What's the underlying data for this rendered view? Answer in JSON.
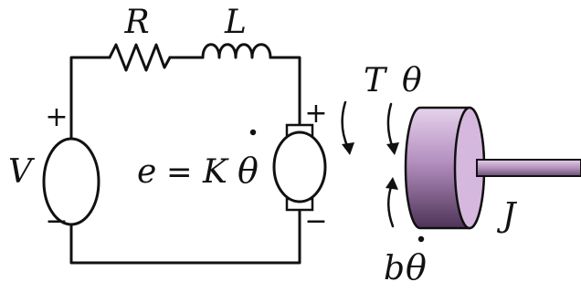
{
  "circuit": {
    "resistor_label": "R",
    "inductor_label": "L",
    "source_label": "V",
    "source_plus": "+",
    "source_minus": "−",
    "emf_lhs": "e",
    "emf_equals": "=",
    "emf_K": "K",
    "emf_theta": "θ",
    "motor_plus": "+",
    "motor_minus": "−"
  },
  "mechanical": {
    "torque_label": "T",
    "angle_label": "θ",
    "damping_b": "b",
    "damping_theta": "θ",
    "inertia_label": "J"
  },
  "colors": {
    "line": "#111111",
    "rotor_face": "#c9a6d4",
    "rotor_side_light": "#d9bce2",
    "rotor_side_dark": "#5a3d63",
    "shaft": "#a785ad"
  }
}
